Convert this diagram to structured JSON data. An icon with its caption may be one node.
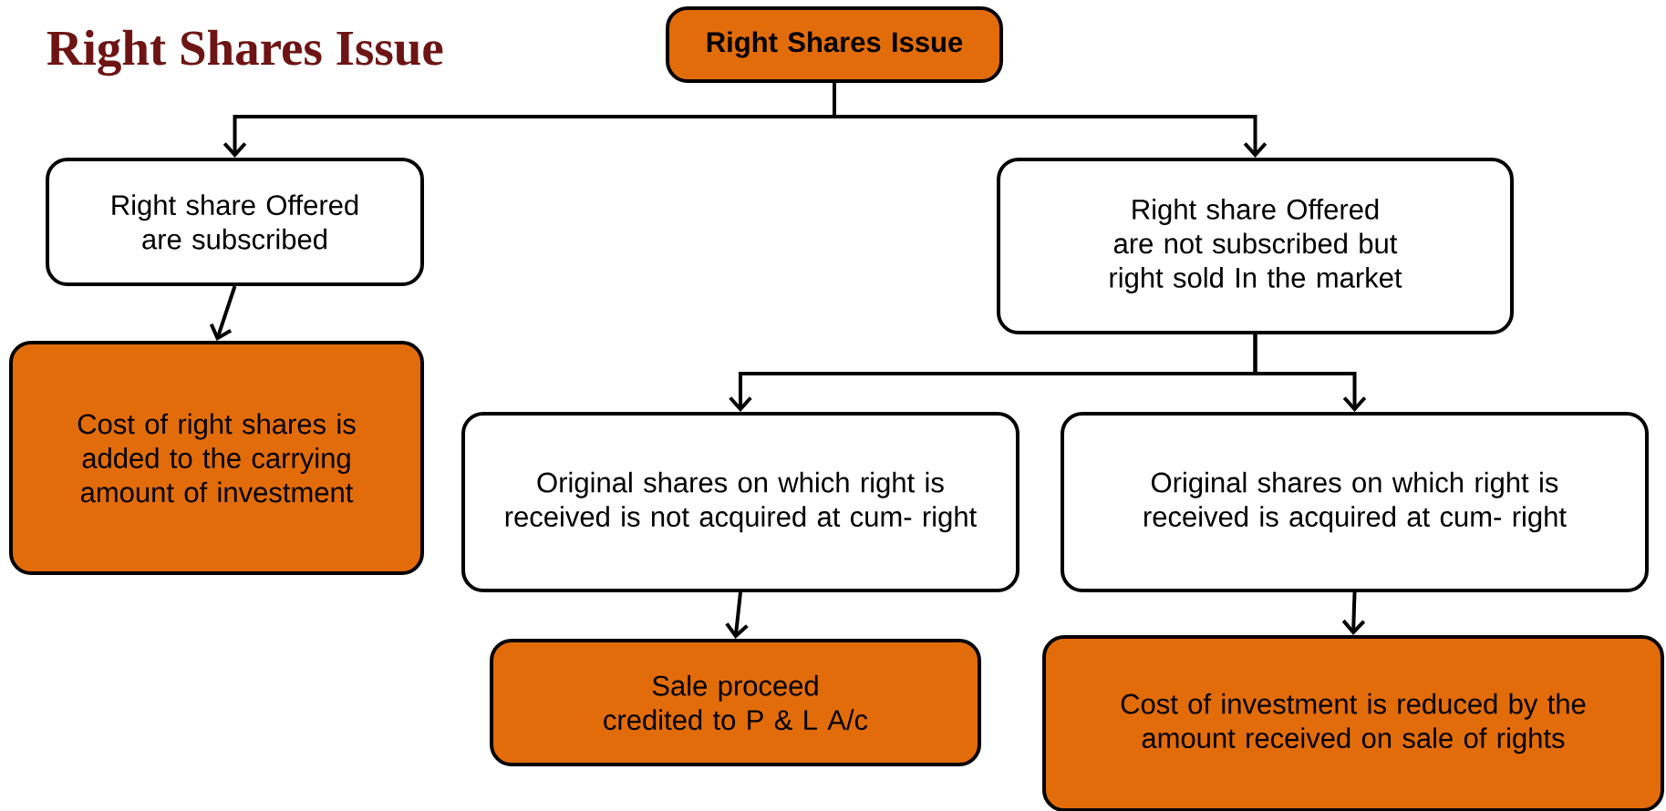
{
  "diagram": {
    "nodes": [
      {
        "text": [
          "Right Shares Issue"
        ]
      },
      {
        "text": [
          "Right share Offered are subscribed"
        ]
      },
      {
        "text": [
          "Right share Offered are not subscribed but right sold In the market"
        ]
      },
      {
        "text": [
          "Cost of right shares is added to the carrying amount of investment"
        ]
      },
      {
        "text": [
          "Original shares on which right is received is not acquired at cum- right"
        ]
      },
      {
        "text": [
          "Original shares on which right is received is acquired at cum- right"
        ]
      },
      {
        "text": [
          "Sale proceed credited to P & L A/c"
        ]
      },
      {
        "text": [
          "Cost of investment is reduced by the amount received on sale of rights"
        ]
      }
    ],
    "edges": [
      {
        "from": 0,
        "to": 1,
        "arrow": "to"
      },
      {
        "from": 0,
        "to": 2,
        "arrow": "to"
      },
      {
        "from": 1,
        "to": 3,
        "arrow": "to"
      },
      {
        "from": 2,
        "to": 4,
        "arrow": "to"
      },
      {
        "from": 2,
        "to": 5,
        "arrow": "to"
      },
      {
        "from": 4,
        "to": 6,
        "arrow": "to"
      },
      {
        "from": 5,
        "to": 7,
        "arrow": "to"
      }
    ],
    "labels": [
      "Right Shares Issue"
    ]
  }
}
